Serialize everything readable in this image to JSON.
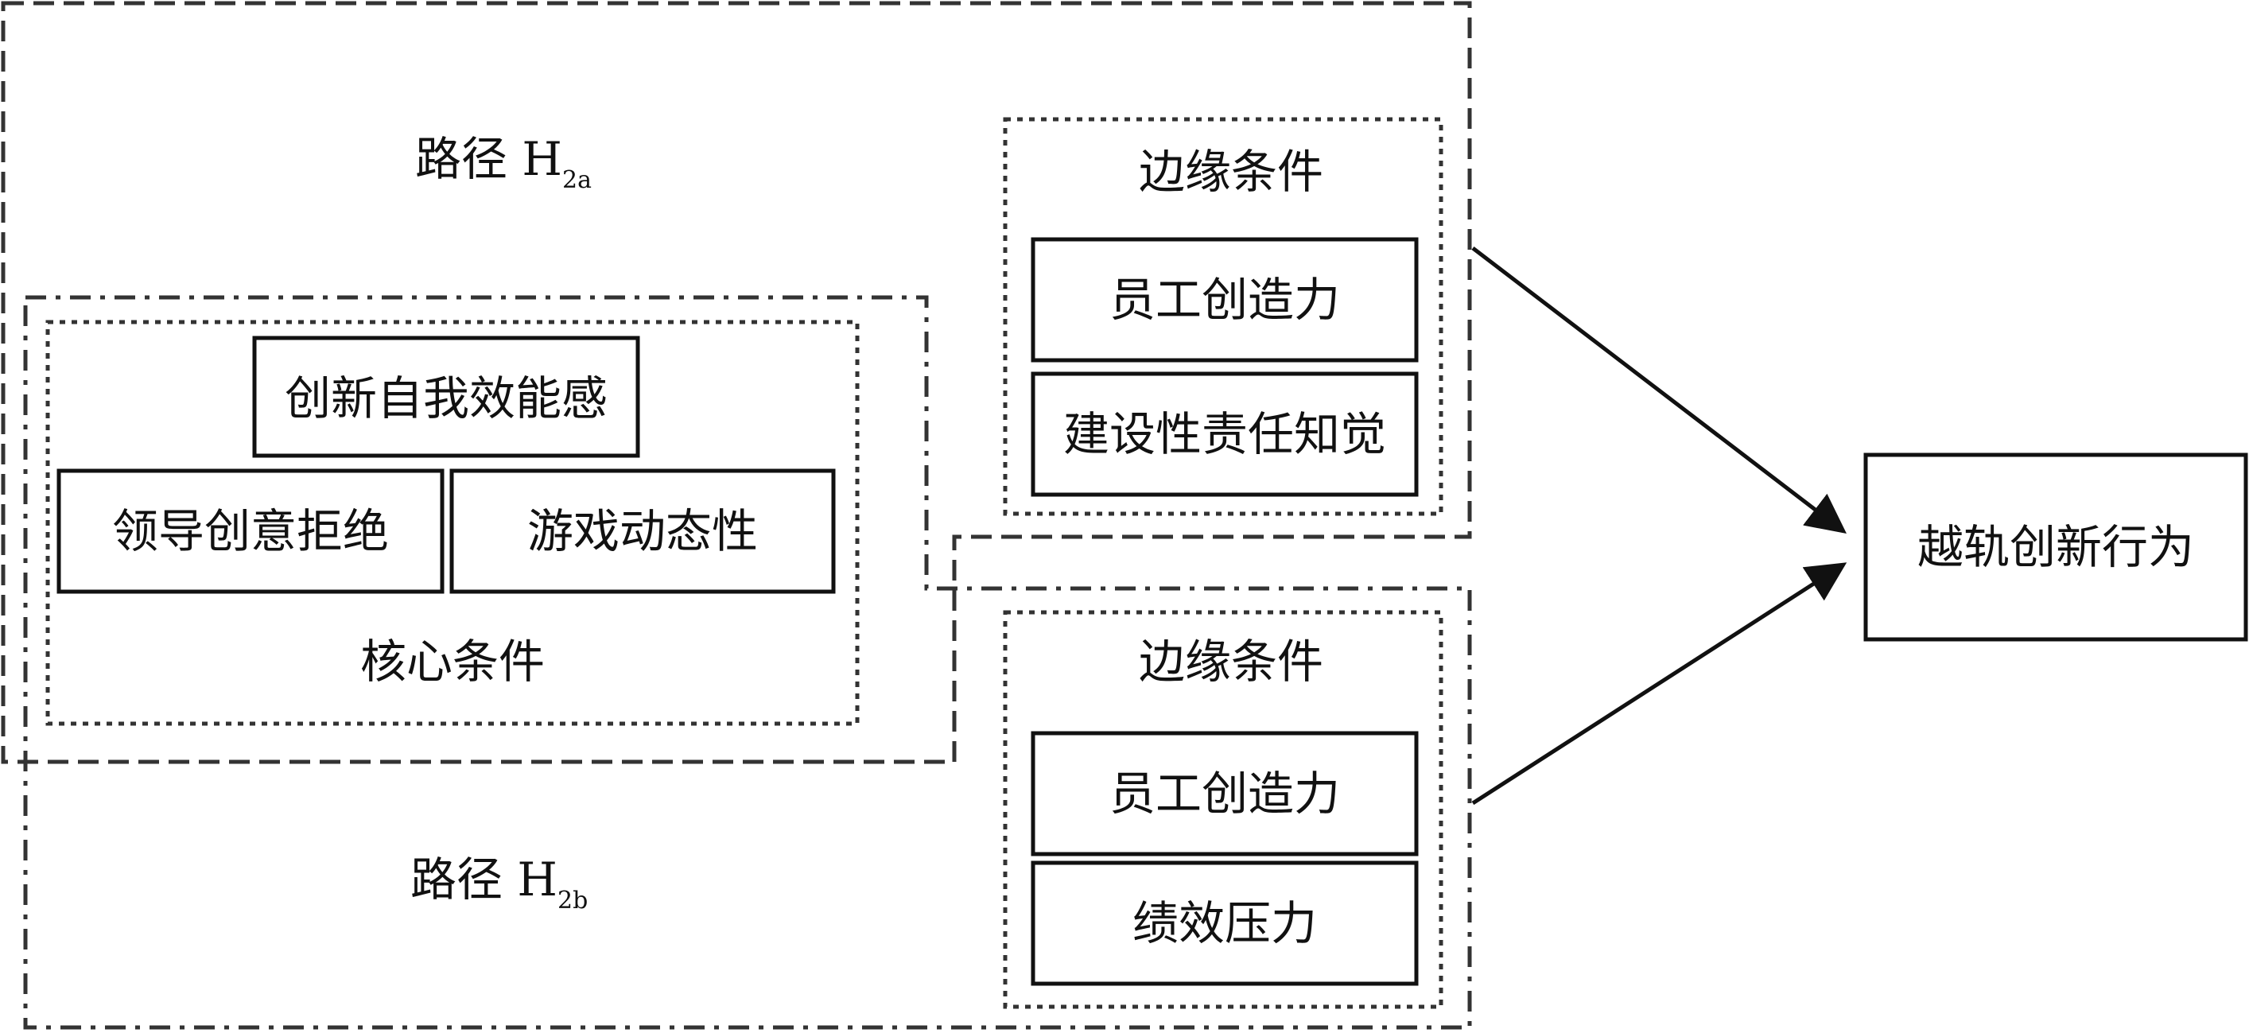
{
  "path_a": {
    "prefix": "路径 H",
    "subscript": "2a"
  },
  "path_b": {
    "prefix": "路径 H",
    "subscript": "2b"
  },
  "core": {
    "label": "核心条件",
    "top": "创新自我效能感",
    "left": "领导创意拒绝",
    "right": "游戏动态性"
  },
  "peripheral_a": {
    "label": "边缘条件",
    "items": [
      "员工创造力",
      "建设性责任知觉"
    ]
  },
  "peripheral_b": {
    "label": "边缘条件",
    "items": [
      "员工创造力",
      "绩效压力"
    ]
  },
  "outcome": {
    "label": "越轨创新行为"
  }
}
